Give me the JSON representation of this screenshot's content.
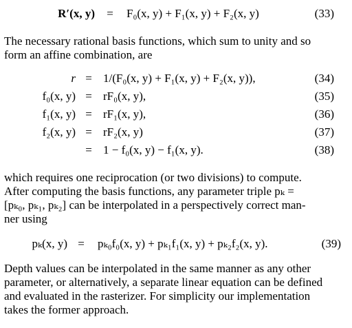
{
  "equation_33": {
    "lhs": "R′(x, y)",
    "rel": "=",
    "rhs": "F₀(x, y) + F₁(x, y) + F₂(x, y)",
    "number": "(33)"
  },
  "paragraph_1": {
    "lines": [
      "The necessary rational basis functions, which sum to unity and so",
      "form an affine combination, are"
    ]
  },
  "equations_34_38": [
    {
      "lhs": "r",
      "rel": "=",
      "rhs": "1/(F₀(x, y) + F₁(x, y) + F₂(x, y)),",
      "number": "(34)"
    },
    {
      "lhs": "f₀(x, y)",
      "rel": "=",
      "rhs": "rF₀(x, y),",
      "number": "(35)"
    },
    {
      "lhs": "f₁(x, y)",
      "rel": "=",
      "rhs": "rF₁(x, y),",
      "number": "(36)"
    },
    {
      "lhs": "f₂(x, y)",
      "rel": "=",
      "rhs": "rF₂(x, y)",
      "number": "(37)"
    },
    {
      "lhs": "",
      "rel": "=",
      "rhs": "1 − f₀(x, y) − f₁(x, y).",
      "number": "(38)"
    }
  ],
  "paragraph_2": {
    "lines": [
      "which requires one reciprocation (or two divisions) to compute.",
      "After computing the basis functions, any parameter triple pₖ =",
      "[pₖ₀, pₖ₁, pₖ₂] can be interpolated in a perspectively correct man-",
      "ner using"
    ]
  },
  "equation_39": {
    "lhs": "pₖ(x, y)",
    "rel": "=",
    "rhs": "pₖ₀f₀(x, y) + pₖ₁f₁(x, y) + pₖ₂f₂(x, y).",
    "number": "(39)"
  },
  "paragraph_3": {
    "lines": [
      "Depth values can be interpolated in the same manner as any other",
      "parameter, or alternatively, a separate linear equation can be defined",
      "and evaluated in the rasterizer. For simplicity our implementation",
      "takes the former approach."
    ]
  }
}
